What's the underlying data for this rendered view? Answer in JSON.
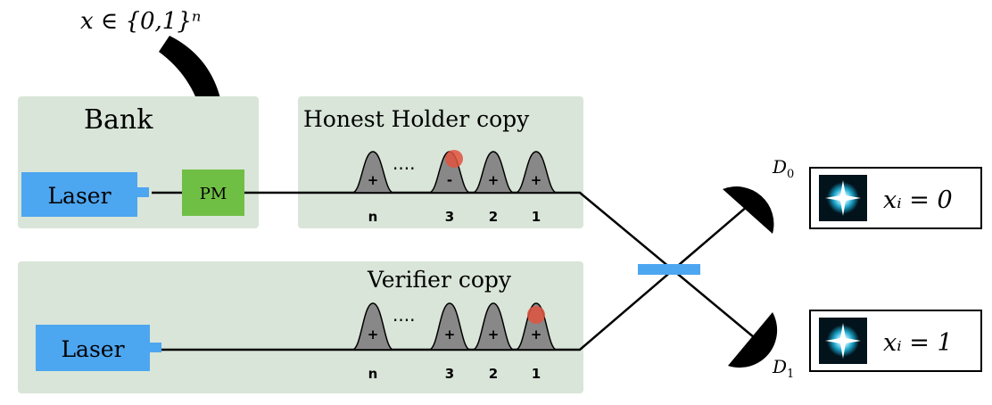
{
  "input_label": "x ∈ {0,1}ⁿ",
  "bank": {
    "title": "Bank",
    "laser_label": "Laser",
    "pm_label": "PM"
  },
  "holder": {
    "title": "Honest Holder copy",
    "pulses": [
      {
        "index": "n",
        "sign": "+",
        "marked": false
      },
      {
        "index": "3",
        "sign": "-",
        "marked": true
      },
      {
        "index": "2",
        "sign": "+",
        "marked": false
      },
      {
        "index": "1",
        "sign": "+",
        "marked": false
      }
    ],
    "dots": "····"
  },
  "verifier": {
    "title": "Verifier copy",
    "laser_label": "Laser",
    "pulses": [
      {
        "index": "n",
        "sign": "+",
        "marked": false
      },
      {
        "index": "3",
        "sign": "+",
        "marked": false
      },
      {
        "index": "2",
        "sign": "+",
        "marked": false
      },
      {
        "index": "1",
        "sign": "+",
        "marked": true
      }
    ],
    "dots": "····"
  },
  "detectors": [
    {
      "label": "D",
      "subscript": "0",
      "output": "xᵢ = 0"
    },
    {
      "label": "D",
      "subscript": "1",
      "output": "xᵢ = 1"
    }
  ],
  "colors": {
    "panel": "#d9e5d8",
    "laser": "#4da6f0",
    "pm": "#70bf45",
    "pulse_fill": "#888888",
    "marker": "#e0533f",
    "beamsplitter": "#4da6f0"
  }
}
